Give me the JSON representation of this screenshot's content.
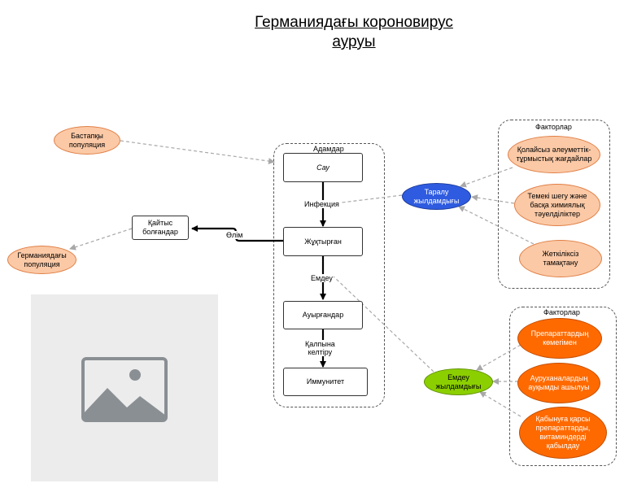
{
  "title_line1": "Германиядағы короновирус",
  "title_line2": "ауруы",
  "groups": {
    "people": "Адамдар",
    "factors_top": "Факторлар",
    "factors_bottom": "Факторлар"
  },
  "boxes": {
    "healthy": "Сау",
    "infected": "Жұқтырған",
    "sick": "Ауырғандар",
    "immunity": "Иммунитет",
    "dead_1": "Қайтыс",
    "dead_2": "болғандар"
  },
  "nodes": {
    "initial_1": "Бастапқы",
    "initial_2": "популяция",
    "germany_1": "Германиядағы",
    "germany_2": "популяция",
    "spread_1": "Таралу",
    "spread_2": "жылдамдығы",
    "treat_1": "Емдеу",
    "treat_2": "жылдамдығы",
    "f1_1": "Қолайсыз әлеуметтік-",
    "f1_2": "тұрмыстық жағдайлар",
    "f2_1": "Темекі шегу және",
    "f2_2": "басқа химиялық",
    "f2_3": "тәуелділіктер",
    "f3_1": "Жеткіліксіз",
    "f3_2": "тамақтану",
    "g1_1": "Препараттардың",
    "g1_2": "көмегімен",
    "g2_1": "Ауруханалардың",
    "g2_2": "ауқымды ашылуы",
    "g3_1": "Қабынуға қарсы",
    "g3_2": "препараттарды,",
    "g3_3": "витаминдерді",
    "g3_4": "қабылдау"
  },
  "edges": {
    "infection": "Инфекция",
    "death": "Өлім",
    "treatment": "Емдеу",
    "recovery_1": "Қалпына",
    "recovery_2": "келтіру"
  },
  "colors": {
    "salmon": "#fbc9a6",
    "orange": "#ff6a00",
    "blue": "#2e5be0",
    "green": "#8ccf00"
  },
  "icons": {
    "placeholder": "image-placeholder-icon"
  }
}
